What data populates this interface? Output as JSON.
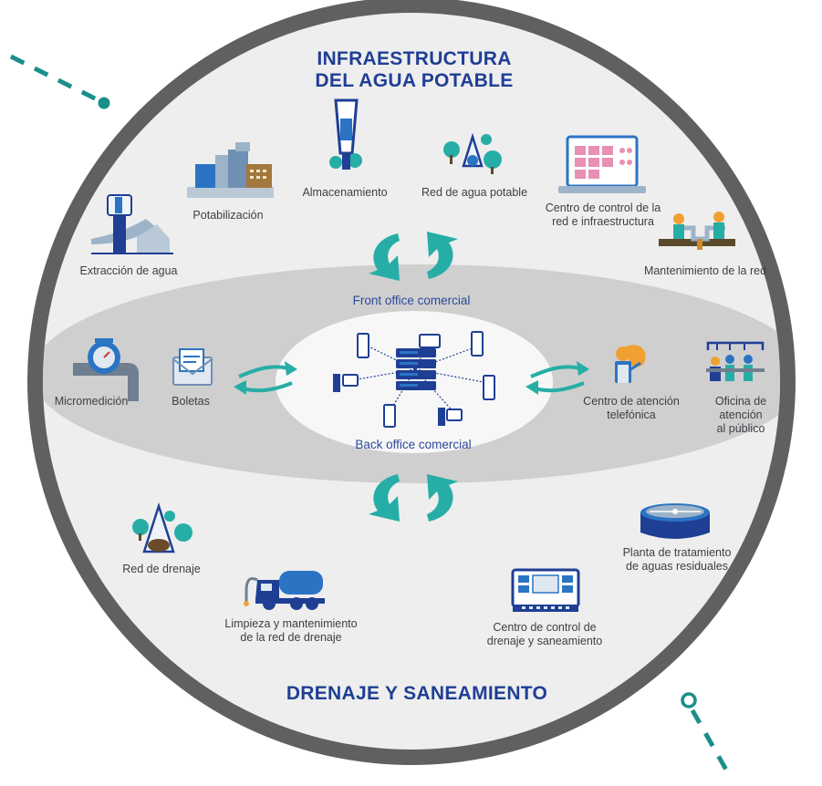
{
  "titles": {
    "top": "INFRAESTRUCTURA\nDEL AGUA POTABLE",
    "bottom": "DRENAJE Y SANEAMIENTO"
  },
  "offices": {
    "front": "Front office comercial",
    "back": "Back office comercial"
  },
  "items": {
    "extraccion": "Extracción de agua",
    "potabilizacion": "Potabilización",
    "almacenamiento": "Almacenamiento",
    "red_agua": "Red de agua potable",
    "centro_control_red": "Centro de control de la\nred e infraestructura",
    "mantenimiento_red": "Mantenimiento de la red",
    "micromedicion": "Micromedición",
    "boletas": "Boletas",
    "centro_telefonico": "Centro de atención\ntelefónica",
    "oficina_publico": "Oficina de atención\nal público",
    "red_drenaje": "Red de drenaje",
    "limpieza": "Limpieza y mantenimiento\nde la red de drenaje",
    "centro_control_drenaje": "Centro de control de\ndrenaje y saneamiento",
    "planta": "Planta de tratamiento\nde aguas residuales"
  },
  "colors": {
    "ring": "#5f6062",
    "disc": "#eeeeee",
    "band": "#cfcfcf",
    "inner": "#f7f7f7",
    "teal": "#26aea6",
    "navy": "#1f3f95",
    "blue": "#2b74c4"
  }
}
